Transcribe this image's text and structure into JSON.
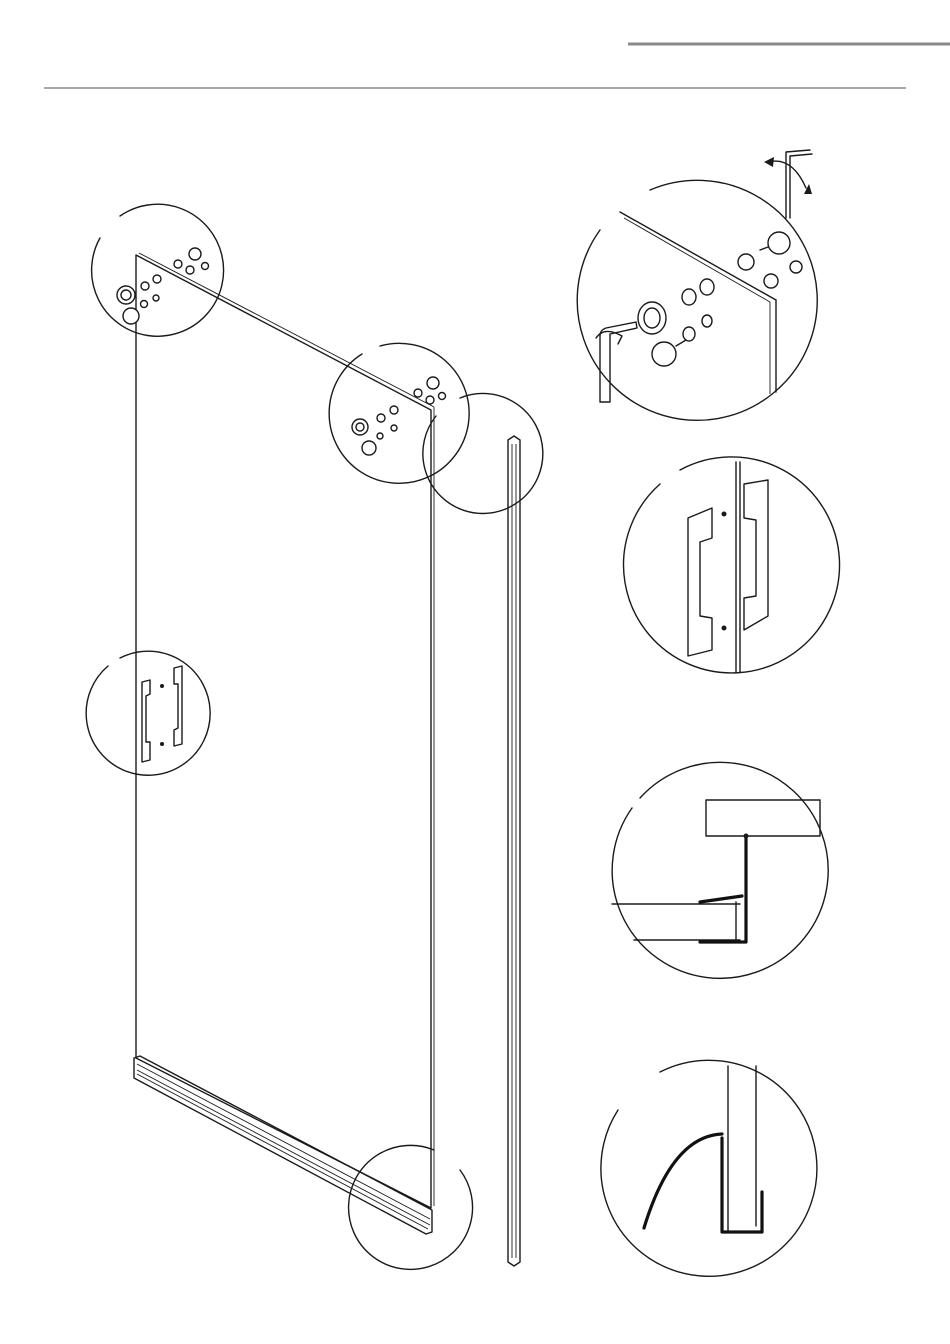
{
  "figure": {
    "ink_color": "#1a1a1a",
    "header_rule_color": "#8a8a8a",
    "components": [
      {
        "name": "glass-door-panel",
        "icon": "glass-panel-icon"
      },
      {
        "name": "vertical-magnetic-seal",
        "icon": "seal-strip-icon"
      },
      {
        "name": "bottom-sweep-seal",
        "icon": "sweep-seal-icon"
      },
      {
        "name": "hinge-hardware",
        "icon": "hinge-icon"
      },
      {
        "name": "door-handle",
        "icon": "handle-icon"
      },
      {
        "name": "allen-key",
        "icon": "allen-key-icon"
      }
    ]
  }
}
